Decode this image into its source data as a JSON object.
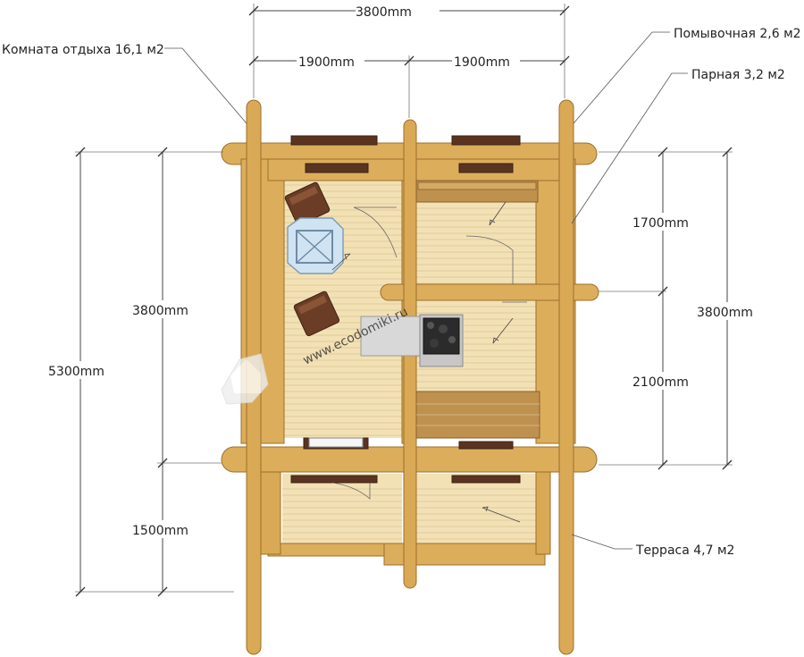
{
  "rooms": {
    "rest_room": "Комната отдыха 16,1 м2",
    "wash_room": "Помывочная 2,6 м2",
    "steam_room": "Парная 3,2 м2",
    "terrace": "Терраса 4,7 м2"
  },
  "dimensions": {
    "total_width": "3800mm",
    "left_width": "1900mm",
    "right_width": "1900mm",
    "total_length": "5300mm",
    "left_house_length": "3800mm",
    "terrace_length": "1500mm",
    "wash_length": "1700mm",
    "steam_length": "2100mm",
    "right_house_length": "3800mm"
  },
  "watermark": "www.ecodomiki.ru",
  "colors": {
    "log": "#dcae5c",
    "floor": "#f3e1b6",
    "furniture": "#6b3d26",
    "stove": "#2b2b2b"
  }
}
